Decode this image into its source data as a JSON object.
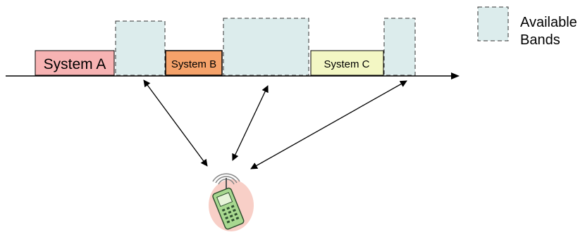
{
  "systems": [
    {
      "label": "System A",
      "fill": "#f7b3b3"
    },
    {
      "label": "System B",
      "fill": "#f5a26a"
    },
    {
      "label": "System C",
      "fill": "#f3f7c4"
    }
  ],
  "available_band": {
    "fill": "#dcecec",
    "stroke": "#333333"
  },
  "legend": {
    "line1": "Available",
    "line2": "Bands"
  },
  "colors": {
    "axis": "#000000",
    "arrow": "#000000",
    "phone_body": "#a8d890",
    "phone_glow": "#f8cfc7"
  },
  "icons": [
    "mobile-phone-icon",
    "signal-waves-icon"
  ]
}
